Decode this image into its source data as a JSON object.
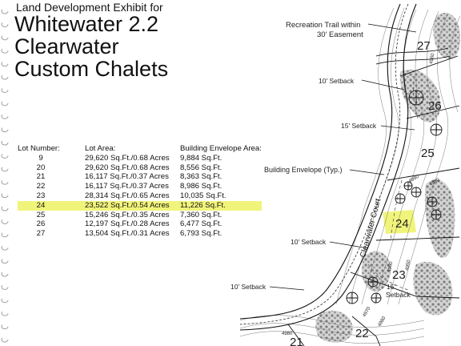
{
  "title": {
    "line0": "Land Development Exhibit for",
    "line1": "Whitewater 2.2",
    "line2": "Clearwater",
    "line3": "Custom Chalets"
  },
  "table": {
    "headers": [
      "Lot Number:",
      "Lot Area:",
      "Building Envelope Area:"
    ],
    "highlight_lot": "24",
    "rows": [
      {
        "lot": "9",
        "area": "29,620 Sq.Ft./0.68 Acres",
        "envelope": "9,884 Sq.Ft."
      },
      {
        "lot": "20",
        "area": "29,620 Sq.Ft./0.68 Acres",
        "envelope": "8,556 Sq.Ft."
      },
      {
        "lot": "21",
        "area": "16,117 Sq.Ft./0.37 Acres",
        "envelope": "8,363 Sq.Ft."
      },
      {
        "lot": "22",
        "area": "16,117 Sq.Ft./0.37 Acres",
        "envelope": "8,986 Sq.Ft."
      },
      {
        "lot": "23",
        "area": "28,314 Sq.Ft./0.65 Acres",
        "envelope": "10,035 Sq.Ft."
      },
      {
        "lot": "24",
        "area": "23,522 Sq.Ft./0.54 Acres",
        "envelope": "11,226 Sq.Ft."
      },
      {
        "lot": "25",
        "area": "15,246 Sq.Ft./0.35 Acres",
        "envelope": "7,360 Sq.Ft."
      },
      {
        "lot": "26",
        "area": "12,197 Sq.Ft./0.28 Acres",
        "envelope": "6,477 Sq.Ft."
      },
      {
        "lot": "27",
        "area": "13,504 Sq.Ft./0.31 Acres",
        "envelope": "6,793 Sq.Ft."
      }
    ]
  },
  "map": {
    "trail_label_1": "Recreation Trail within",
    "trail_label_2": "30' Easement",
    "road_label": "Clearwater Court",
    "envelope_label": "Building Envelope (Typ.)",
    "setback_10": "10' Setback",
    "setback_15": "15' Setback",
    "setback_15_split_a": "15'",
    "setback_15_split_b": "Setback",
    "lots": [
      "27",
      "26",
      "25",
      "24",
      "23",
      "22",
      "21"
    ],
    "contours": [
      "4960",
      "4980",
      "4950",
      "4960",
      "4980",
      "4970",
      "4980",
      "4960"
    ],
    "highlight_color": "#f1f47a"
  }
}
